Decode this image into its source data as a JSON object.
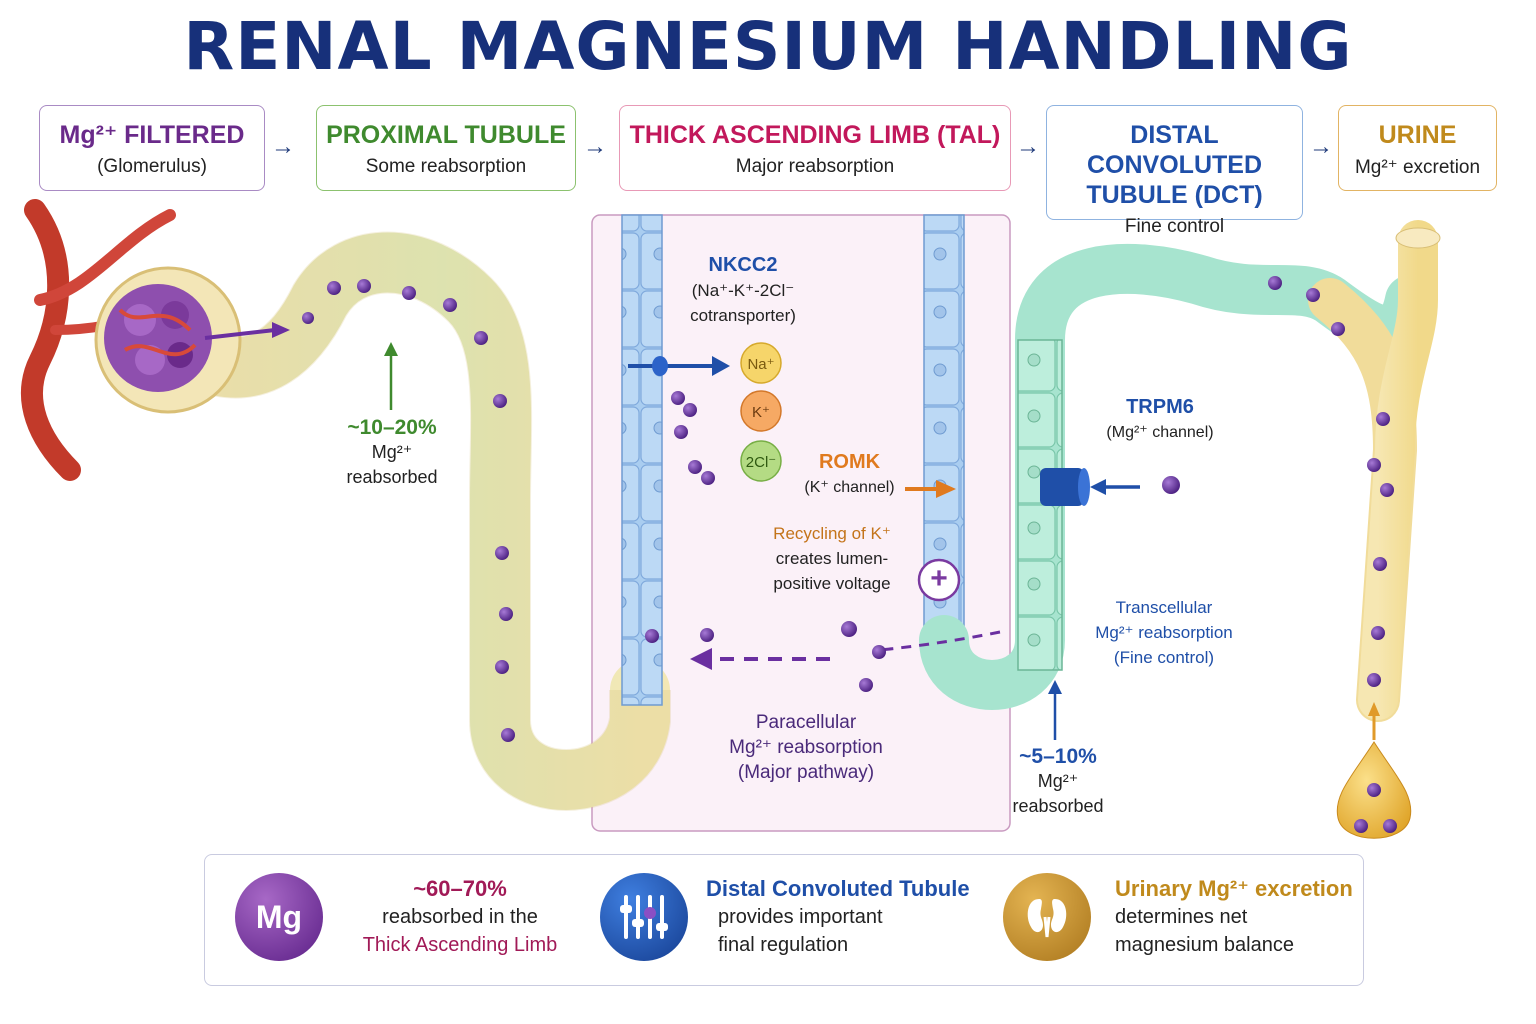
{
  "title": "RENAL MAGNESIUM HANDLING",
  "stages": [
    {
      "title": "Mg²⁺ FILTERED",
      "sub": "(Glomerulus)"
    },
    {
      "title": "PROXIMAL TUBULE",
      "sub": "Some reabsorption"
    },
    {
      "title": "THICK ASCENDING LIMB (TAL)",
      "sub": "Major reabsorption"
    },
    {
      "title_line1": "DISTAL CONVOLUTED",
      "title_line2": "TUBULE (DCT)",
      "sub": "Fine control"
    },
    {
      "title": "URINE",
      "sub": "Mg²⁺ excretion"
    }
  ],
  "labels": {
    "proximal_pct": "~10–20%",
    "proximal_mg": "Mg²⁺",
    "proximal_reab": "reabsorbed",
    "nkcc2_name": "NKCC2",
    "nkcc2_line1": "(Na⁺-K⁺-2Cl⁻",
    "nkcc2_line2": "cotransporter)",
    "ion_na": "Na⁺",
    "ion_k": "K⁺",
    "ion_cl": "2Cl⁻",
    "romk_name": "ROMK",
    "romk_desc": "(K⁺ channel)",
    "recycling_line1": "Recycling of K⁺",
    "recycling_line2": "creates lumen-",
    "recycling_line3": "positive voltage",
    "plus_sign": "+",
    "para_line1": "Paracellular",
    "para_line2": "Mg²⁺ reabsorption",
    "para_line3": "(Major pathway)",
    "trpm6_name": "TRPM6",
    "trpm6_desc": "(Mg²⁺ channel)",
    "trans_line1": "Transcellular",
    "trans_line2": "Mg²⁺ reabsorption",
    "trans_line3": "(Fine control)",
    "dct_pct": "~5–10%",
    "dct_mg": "Mg²⁺",
    "dct_reab": "reabsorbed"
  },
  "legend": [
    {
      "icon_text": "Mg",
      "icon": "mg-badge-icon",
      "line1": "~60–70%",
      "line2": "reabsorbed in the",
      "line3": "Thick Ascending Limb"
    },
    {
      "icon": "sliders-icon",
      "line1": "Distal Convoluted Tubule",
      "line2": "provides important",
      "line3": "final regulation"
    },
    {
      "icon": "kidneys-icon",
      "line1": "Urinary Mg²⁺ excretion",
      "line2": "determines net",
      "line3": "magnesium balance"
    }
  ],
  "colors": {
    "title": "#17307a",
    "filtered": "#6a2a8a",
    "proximal": "#3f8a2e",
    "tal": "#c2185b",
    "dct": "#1f4fa8",
    "urine": "#c08a1c",
    "magnesium": "#6a2fa0",
    "romk": "#e07a1e"
  }
}
